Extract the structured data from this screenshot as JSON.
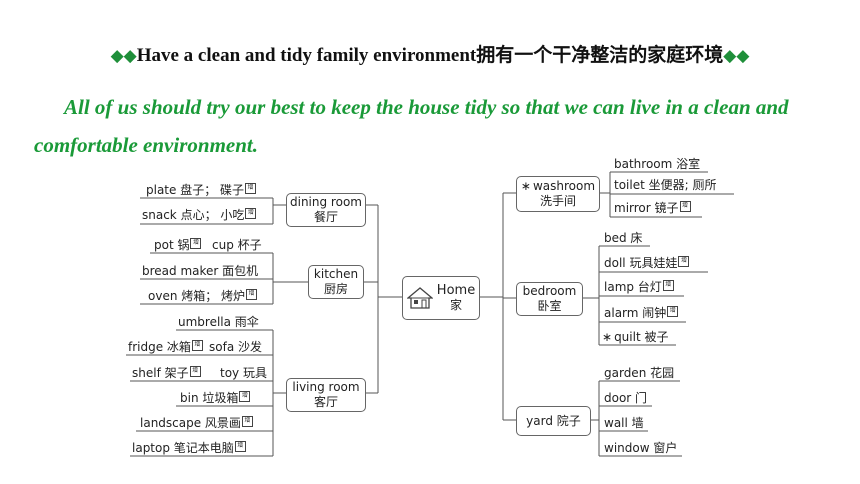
{
  "header": {
    "left_marks": "◆◆",
    "title_en": "Have a clean and tidy family environment",
    "title_zh": "拥有一个干净整洁的家庭环境",
    "right_marks": "◆◆"
  },
  "intro": "All of us should try our best to keep the house tidy so that we can live in a clean and comfortable environment.",
  "center": {
    "en": "Home",
    "zh": "家",
    "icon": "house-icon"
  },
  "mark_star": "∗",
  "tag_text": "增",
  "nodes": {
    "dining": {
      "en": "dining room",
      "zh": "餐厅"
    },
    "kitchen": {
      "en": "kitchen",
      "zh": "厨房"
    },
    "living": {
      "en": "living room",
      "zh": "客厅"
    },
    "washroom": {
      "en": "washroom",
      "zh": "洗手间"
    },
    "bedroom": {
      "en": "bedroom",
      "zh": "卧室"
    },
    "yard": {
      "en": "yard",
      "zh": "院子"
    }
  },
  "leaves": {
    "dining": [
      "plate 盘子； 碟子",
      "snack 点心； 小吃"
    ],
    "kitchen": [
      "pot 锅",
      "cup 杯子",
      "bread maker 面包机",
      "oven 烤箱； 烤炉"
    ],
    "living": [
      "umbrella 雨伞",
      "fridge 冰箱",
      "sofa 沙发",
      "shelf 架子",
      "toy 玩具",
      "bin 垃圾箱",
      "landscape 风景画",
      "laptop 笔记本电脑"
    ],
    "washroom": [
      "bathroom 浴室",
      "toilet 坐便器; 厕所",
      "mirror 镜子"
    ],
    "bedroom": [
      "bed 床",
      "doll 玩具娃娃",
      "lamp 台灯",
      "alarm 闹钟",
      "quilt 被子"
    ],
    "yard": [
      "garden 花园",
      "door 门",
      "wall 墙",
      "window 窗户"
    ]
  }
}
